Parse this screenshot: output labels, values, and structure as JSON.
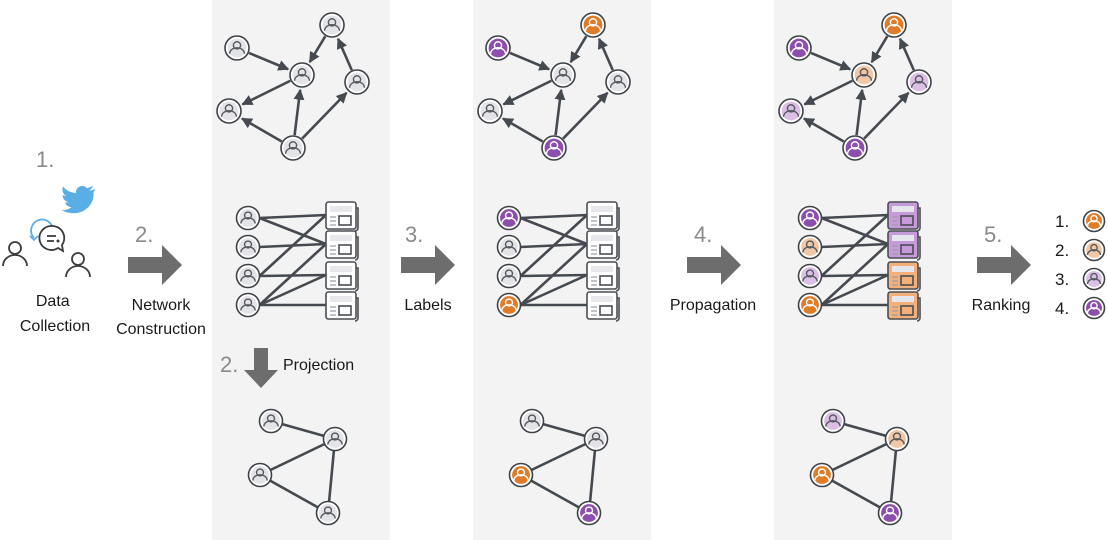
{
  "title": "Data collection, network construction, labeling, propagation and ranking pipeline",
  "colors": {
    "panel_bg": "#f3f3f3",
    "edge": "#454a50",
    "node_ring": "#3d4247",
    "node_fill": "#ffffff",
    "arrow": "#6d6d6d",
    "twitter_blue": "#5aaee6",
    "unlabeled": "#e4e4e8",
    "unlabeled_stroke": "#555a5f",
    "purple": "#8d4fae",
    "purple_light": "#dcbfe6",
    "orange": "#e07b27",
    "orange_light": "#f2c7a6",
    "paper_purple": "#c79ad9",
    "paper_orange": "#f3b07a",
    "paper_gray": "#e8e8ec"
  },
  "steps": [
    {
      "num": "1.",
      "label": [
        "Data",
        "Collection"
      ],
      "icons": [
        "twitter-bird-icon",
        "retweet-icon",
        "chat-bubble-icon",
        "user-icon",
        "user-icon"
      ]
    },
    {
      "num": "2.",
      "label": [
        "Network",
        "Construction"
      ]
    },
    {
      "num": "3.",
      "label": [
        "Labels"
      ]
    },
    {
      "num": "4.",
      "label": [
        "Propagation"
      ]
    },
    {
      "num": "5.",
      "label": [
        "Ranking"
      ]
    }
  ],
  "projection": {
    "num": "2.",
    "label": "Projection"
  },
  "graphs": {
    "directed_edges": [
      [
        0,
        2
      ],
      [
        1,
        2
      ],
      [
        2,
        3
      ],
      [
        4,
        2
      ],
      [
        4,
        3
      ],
      [
        4,
        5
      ],
      [
        5,
        1
      ]
    ],
    "bipartite_edges": [
      [
        0,
        0
      ],
      [
        0,
        1
      ],
      [
        1,
        1
      ],
      [
        2,
        0
      ],
      [
        2,
        2
      ],
      [
        3,
        1
      ],
      [
        3,
        2
      ],
      [
        3,
        3
      ]
    ],
    "projected_edges": [
      [
        0,
        1
      ],
      [
        1,
        2
      ],
      [
        1,
        3
      ],
      [
        2,
        3
      ]
    ]
  },
  "panels": [
    {
      "name": "network-construction",
      "directed_nodes": [
        "unlabeled",
        "unlabeled",
        "unlabeled",
        "unlabeled",
        "unlabeled",
        "unlabeled"
      ],
      "users": [
        "unlabeled",
        "unlabeled",
        "unlabeled",
        "unlabeled"
      ],
      "papers": [
        "gray",
        "gray",
        "gray",
        "gray"
      ],
      "projected_nodes": [
        "unlabeled",
        "unlabeled",
        "unlabeled",
        "unlabeled"
      ]
    },
    {
      "name": "labels",
      "directed_nodes": [
        "purple",
        "orange",
        "unlabeled",
        "unlabeled",
        "purple",
        "unlabeled"
      ],
      "users": [
        "purple",
        "unlabeled",
        "unlabeled",
        "orange"
      ],
      "papers": [
        "gray",
        "gray",
        "gray",
        "gray"
      ],
      "projected_nodes": [
        "unlabeled",
        "unlabeled",
        "orange",
        "purple"
      ]
    },
    {
      "name": "propagation",
      "directed_nodes": [
        "purple",
        "orange",
        "orange_light",
        "purple_light",
        "purple",
        "purple_light"
      ],
      "users": [
        "purple",
        "orange_light",
        "purple_light",
        "orange"
      ],
      "papers": [
        "purple",
        "purple",
        "orange",
        "orange"
      ],
      "projected_nodes": [
        "purple_light",
        "orange_light",
        "orange",
        "purple"
      ]
    }
  ],
  "ranking": [
    {
      "rank": "1.",
      "color": "orange"
    },
    {
      "rank": "2.",
      "color": "orange_light"
    },
    {
      "rank": "3.",
      "color": "purple_light"
    },
    {
      "rank": "4.",
      "color": "purple"
    }
  ]
}
